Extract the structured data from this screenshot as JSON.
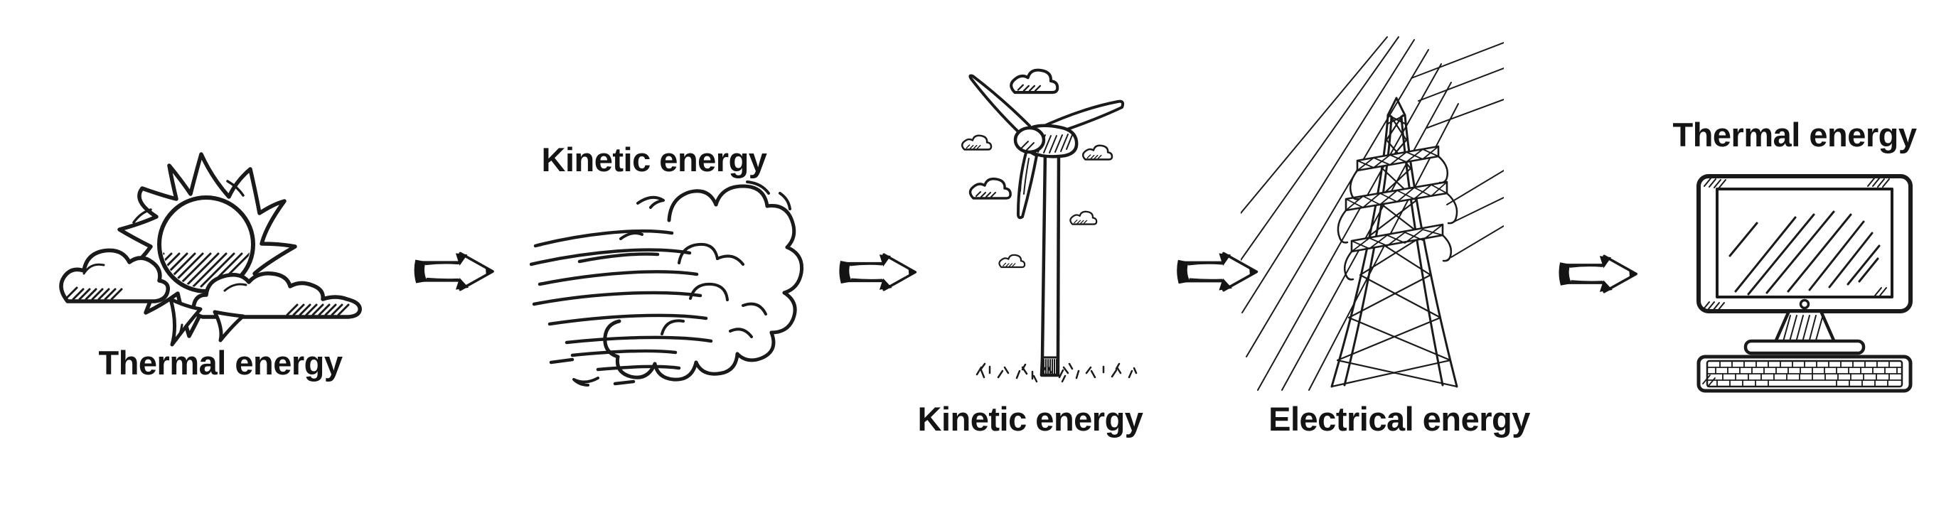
{
  "diagram": {
    "type": "energy-transformation-flow",
    "colors": {
      "ink": "#1a1a1a",
      "background": "#ffffff"
    },
    "stages": [
      {
        "label": "Thermal energy",
        "icon": "sun-behind-clouds",
        "label_position": "below"
      },
      {
        "label": "Kinetic energy",
        "icon": "wind-gust",
        "label_position": "above"
      },
      {
        "label": "Kinetic energy",
        "icon": "wind-turbine",
        "label_position": "below"
      },
      {
        "label": "Electrical energy",
        "icon": "transmission-tower",
        "label_position": "below"
      },
      {
        "label": "Thermal energy",
        "icon": "desktop-computer",
        "label_position": "above"
      }
    ],
    "arrows": {
      "count": 4,
      "direction": "right",
      "style": "hand-drawn block arrow"
    }
  }
}
